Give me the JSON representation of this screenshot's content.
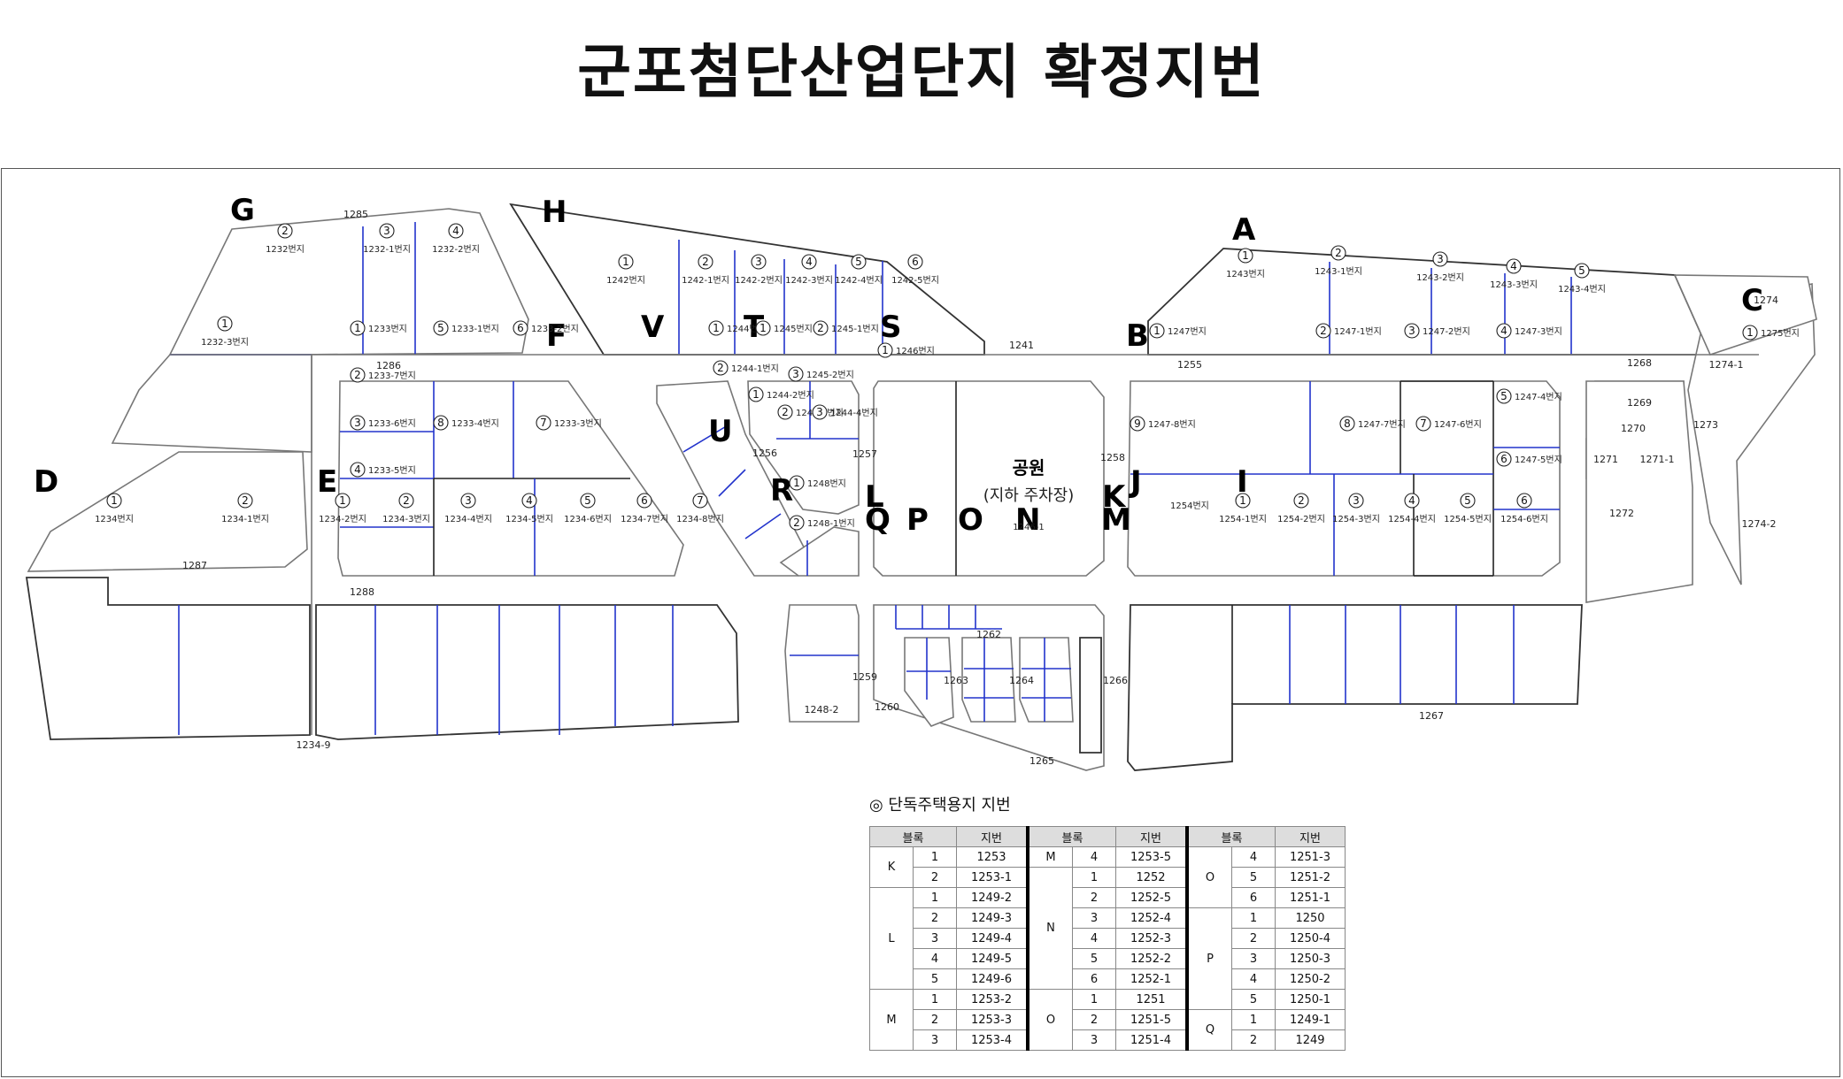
{
  "title": "군포첨단산업단지 확정지번",
  "park": {
    "name": "공원",
    "sub": "(지하 주차장)",
    "id": "1246-1"
  },
  "blocks": [
    "G",
    "H",
    "A",
    "C",
    "F",
    "V",
    "T",
    "S",
    "B",
    "U",
    "D",
    "E",
    "R",
    "L",
    "Q",
    "P",
    "O",
    "N",
    "K",
    "M",
    "J",
    "I"
  ],
  "roads": [
    "1285",
    "1286",
    "1287",
    "1288",
    "1241",
    "1255",
    "1268",
    "1274",
    "1274-1",
    "1274-2",
    "1256",
    "1257",
    "1258",
    "1259",
    "1260",
    "1262",
    "1263",
    "1264",
    "1265",
    "1266",
    "1267",
    "1234-9",
    "1248-2",
    "1269",
    "1270",
    "1271",
    "1271-1",
    "1272",
    "1273"
  ],
  "lots": {
    "G": [
      [
        "2",
        "1232번지"
      ],
      [
        "3",
        "1232-1번지"
      ],
      [
        "4",
        "1232-2번지"
      ],
      [
        "1",
        "1232-3번지"
      ]
    ],
    "H": [
      [
        "1",
        "1242번지"
      ],
      [
        "2",
        "1242-1번지"
      ],
      [
        "3",
        "1242-2번지"
      ],
      [
        "4",
        "1242-3번지"
      ],
      [
        "5",
        "1242-4번지"
      ],
      [
        "6",
        "1242-5번지"
      ]
    ],
    "A": [
      [
        "1",
        "1243번지"
      ],
      [
        "2",
        "1243-1번지"
      ],
      [
        "3",
        "1243-2번지"
      ],
      [
        "4",
        "1243-3번지"
      ],
      [
        "5",
        "1243-4번지"
      ]
    ],
    "C": [
      [
        "1",
        "1275번지"
      ]
    ],
    "F": [
      [
        "1",
        "1233번지"
      ],
      [
        "5",
        "1233-1번지"
      ],
      [
        "6",
        "1233-2번지"
      ],
      [
        "2",
        "1233-7번지"
      ],
      [
        "3",
        "1233-6번지"
      ],
      [
        "8",
        "1233-4번지"
      ],
      [
        "7",
        "1233-3번지"
      ],
      [
        "4",
        "1233-5번지"
      ]
    ],
    "V": [
      [
        "1",
        "1244번지"
      ],
      [
        "2",
        "1244-1번지"
      ],
      [
        "1",
        "1244-2번지"
      ]
    ],
    "T": [
      [
        "1",
        "1245번지"
      ],
      [
        "2",
        "1245-1번지"
      ],
      [
        "3",
        "1245-2번지"
      ]
    ],
    "U": [
      [
        "2",
        "1244-3번지"
      ],
      [
        "3",
        "1244-4번지"
      ]
    ],
    "S": [
      [
        "1",
        "1246번지"
      ]
    ],
    "B": [
      [
        "1",
        "1247번지"
      ],
      [
        "2",
        "1247-1번지"
      ],
      [
        "3",
        "1247-2번지"
      ],
      [
        "4",
        "1247-3번지"
      ],
      [
        "5",
        "1247-4번지"
      ],
      [
        "9",
        "1247-8번지"
      ],
      [
        "8",
        "1247-7번지"
      ],
      [
        "7",
        "1247-6번지"
      ],
      [
        "6",
        "1247-5번지"
      ]
    ],
    "D": [
      [
        "1",
        "1234번지"
      ],
      [
        "2",
        "1234-1번지"
      ]
    ],
    "E": [
      [
        "1",
        "1234-2번지"
      ],
      [
        "2",
        "1234-3번지"
      ],
      [
        "3",
        "1234-4번지"
      ],
      [
        "4",
        "1234-5번지"
      ],
      [
        "5",
        "1234-6번지"
      ],
      [
        "6",
        "1234-7번지"
      ],
      [
        "7",
        "1234-8번지"
      ]
    ],
    "R": [
      [
        "1",
        "1248번지"
      ],
      [
        "2",
        "1248-1번지"
      ]
    ],
    "J": [
      [
        "",
        "1254번지"
      ]
    ],
    "I": [
      [
        "1",
        "1254-1번지"
      ],
      [
        "2",
        "1254-2번지"
      ],
      [
        "3",
        "1254-3번지"
      ],
      [
        "4",
        "1254-4번지"
      ],
      [
        "5",
        "1254-5번지"
      ],
      [
        "6",
        "1254-6번지"
      ]
    ]
  },
  "table": {
    "title": "◎ 단독주택용지 지번",
    "headers": [
      "블록",
      "지번",
      "블록",
      "지번",
      "블록",
      "지번"
    ],
    "col1": [
      [
        "K",
        "1",
        "1253"
      ],
      [
        "K",
        "2",
        "1253-1"
      ],
      [
        "L",
        "1",
        "1249-2"
      ],
      [
        "L",
        "2",
        "1249-3"
      ],
      [
        "L",
        "3",
        "1249-4"
      ],
      [
        "L",
        "4",
        "1249-5"
      ],
      [
        "L",
        "5",
        "1249-6"
      ],
      [
        "M",
        "1",
        "1253-2"
      ],
      [
        "M",
        "2",
        "1253-3"
      ],
      [
        "M",
        "3",
        "1253-4"
      ]
    ],
    "col2": [
      [
        "M",
        "4",
        "1253-5"
      ],
      [
        "N",
        "1",
        "1252"
      ],
      [
        "N",
        "2",
        "1252-5"
      ],
      [
        "N",
        "3",
        "1252-4"
      ],
      [
        "N",
        "4",
        "1252-3"
      ],
      [
        "N",
        "5",
        "1252-2"
      ],
      [
        "N",
        "6",
        "1252-1"
      ],
      [
        "O",
        "1",
        "1251"
      ],
      [
        "O",
        "2",
        "1251-5"
      ],
      [
        "O",
        "3",
        "1251-4"
      ]
    ],
    "col3": [
      [
        "O",
        "4",
        "1251-3"
      ],
      [
        "O",
        "5",
        "1251-2"
      ],
      [
        "O",
        "6",
        "1251-1"
      ],
      [
        "P",
        "1",
        "1250"
      ],
      [
        "P",
        "2",
        "1250-4"
      ],
      [
        "P",
        "3",
        "1250-3"
      ],
      [
        "P",
        "4",
        "1250-2"
      ],
      [
        "P",
        "5",
        "1250-1"
      ],
      [
        "Q",
        "1",
        "1249-1"
      ],
      [
        "Q",
        "2",
        "1249"
      ]
    ]
  }
}
